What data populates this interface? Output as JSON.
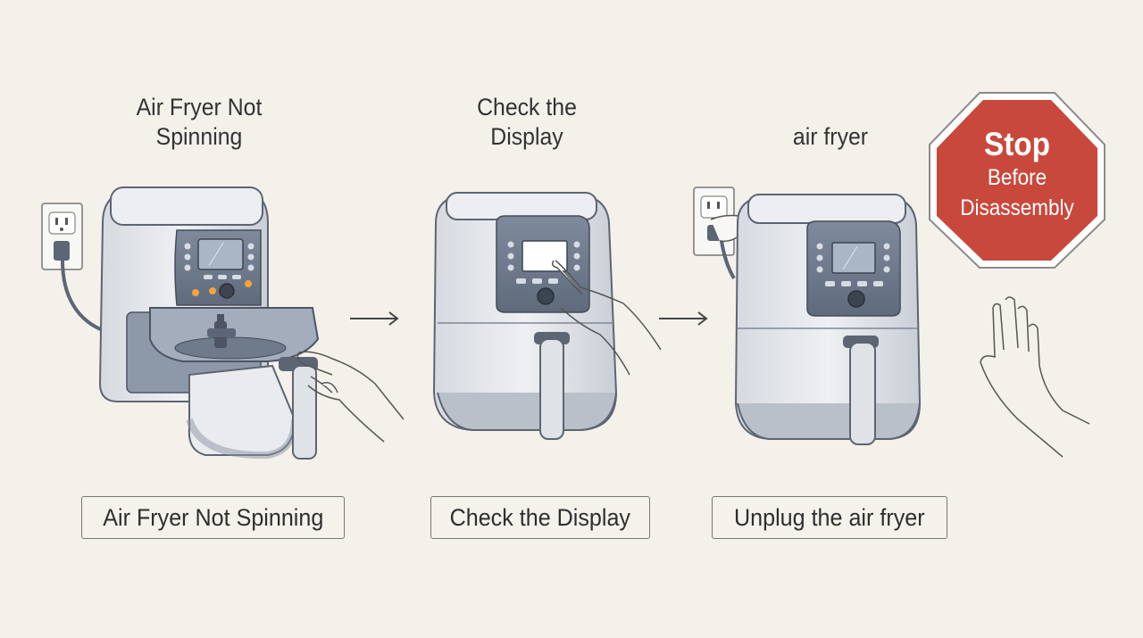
{
  "steps": [
    {
      "title": "Air Fryer Not Spinning",
      "label": "Air Fryer Not Spinning"
    },
    {
      "title": "Check the Display",
      "label": "Check the Display"
    },
    {
      "title": "air fryer",
      "label": "Unplug the air fryer"
    }
  ],
  "stop_sign": {
    "main": "Stop",
    "line1": "Before",
    "line2": "Disassembly",
    "color": "#c9483c"
  },
  "icons": [
    "wall-outlet-icon",
    "air-fryer-icon",
    "hand-icon",
    "arrow-right-icon",
    "stop-sign-icon"
  ]
}
